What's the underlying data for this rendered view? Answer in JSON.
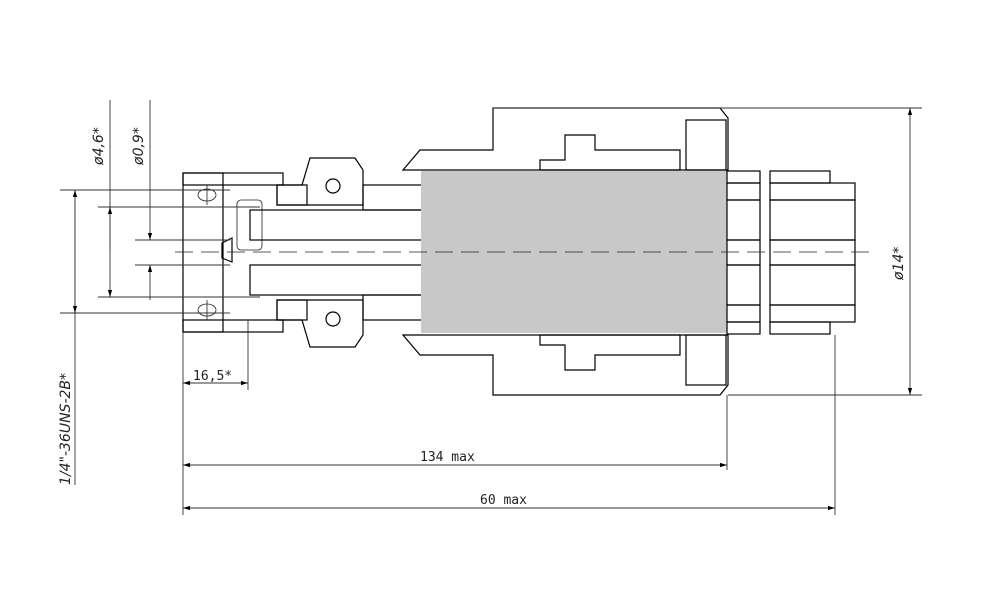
{
  "drawing": {
    "dimensions": {
      "thread": "1/4\"-36UNS-2B*",
      "dia_outer": "ø4,6*",
      "dia_pin": "ø0,9*",
      "length_pin": "16,5*",
      "length_body": "134 max",
      "length_total": "60 max",
      "dia_body": "ø14*"
    },
    "colors": {
      "line": "#000000",
      "mask": "#c8c8c8"
    }
  }
}
